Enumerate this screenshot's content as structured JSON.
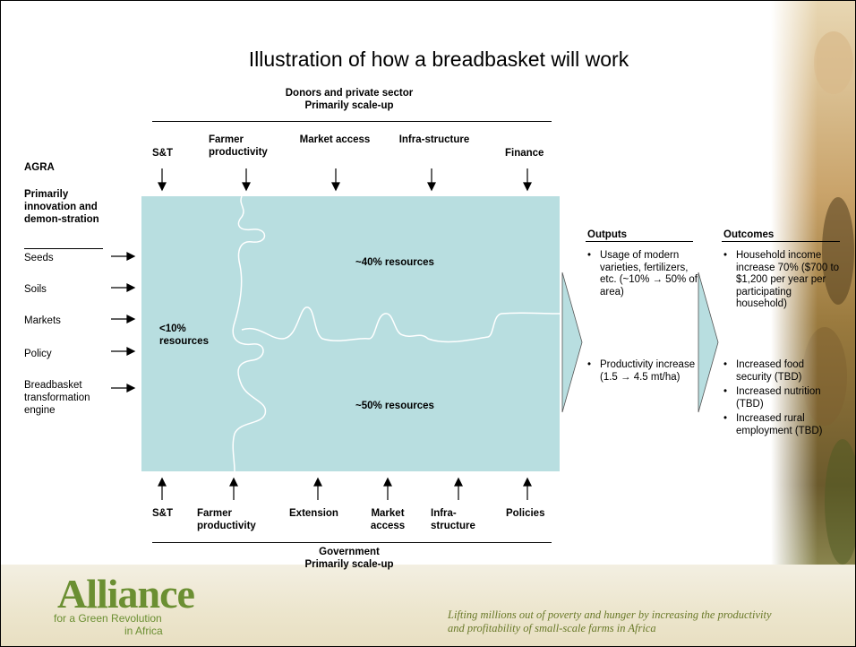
{
  "title": "Illustration of how a breadbasket will work",
  "top": {
    "heading_line1": "Donors and private sector",
    "heading_line2": "Primarily scale-up",
    "items": [
      "S&T",
      "Farmer productivity",
      "Market access",
      "Infra-structure",
      "Finance"
    ]
  },
  "agra": {
    "label": "AGRA",
    "heading": "Primarily innovation and demon-stration",
    "items": [
      "Seeds",
      "Soils",
      "Markets",
      "Policy",
      "Breadbasket transformation engine"
    ]
  },
  "regions": {
    "left": "<10% resources",
    "top_right": "~40% resources",
    "bottom_right": "~50% resources"
  },
  "bottom": {
    "items": [
      "S&T",
      "Farmer productivity",
      "Extension",
      "Market access",
      "Infra-structure",
      "Policies"
    ],
    "heading_line1": "Government",
    "heading_line2": "Primarily scale-up"
  },
  "outputs": {
    "heading": "Outputs",
    "bullets": [
      "Usage of modern varieties, fertilizers, etc. (~10% → 50% of area)",
      "Productivity increase (1.5 → 4.5 mt/ha)"
    ]
  },
  "outcomes": {
    "heading": "Outcomes",
    "bullets": [
      "Household income increase 70% ($700 to $1,200 per year per participating household)",
      "Increased food security (TBD)",
      "Increased nutrition (TBD)",
      "Increased rural employment (TBD)"
    ]
  },
  "footer": {
    "logo_main": "Alliance",
    "logo_sub1": "for a Green Revolution",
    "logo_sub2": "in Africa",
    "tagline": "Lifting millions out of poverty and hunger by increasing the productivity and profitability of small-scale farms in Africa"
  },
  "colors": {
    "box_fill": "#b8dee0",
    "chevron_fill": "#b8dee0",
    "logo_green": "#6b8f32"
  },
  "icons": {
    "bullet": "•"
  }
}
